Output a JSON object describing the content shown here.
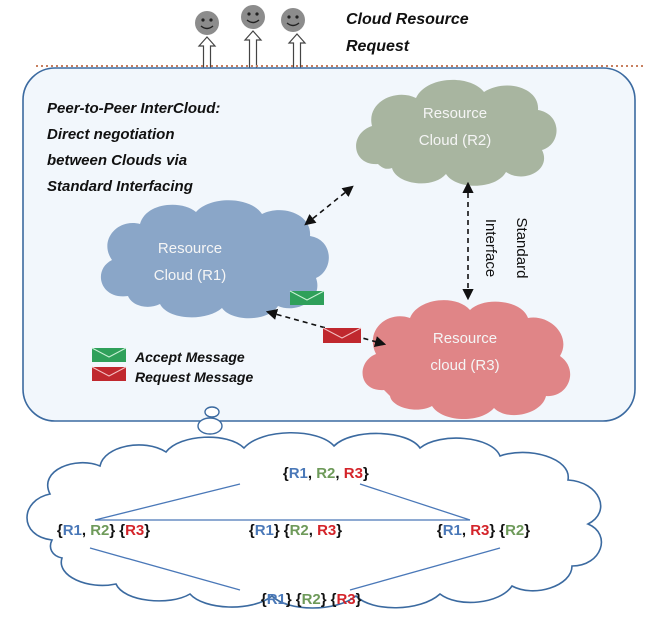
{
  "title": {
    "line1": "Cloud Resource",
    "line2": "Request"
  },
  "description": {
    "line1": "Peer-to-Peer InterCloud:",
    "line2": "Direct negotiation",
    "line3": "between Clouds via",
    "line4": "Standard Interfacing"
  },
  "clouds": {
    "r1": {
      "line1": "Resource",
      "line2": "Cloud (R1)",
      "color": "#8aa6c8"
    },
    "r2": {
      "line1": "Resource",
      "line2": "Cloud (R2)",
      "color": "#a8b5a0"
    },
    "r3": {
      "line1": "Resource",
      "line2": "cloud (R3)",
      "color": "#e08587"
    }
  },
  "standard_interface": {
    "line1": "Standard",
    "line2": "Interface"
  },
  "legend": {
    "accept": "Accept Message",
    "request": "Request Message",
    "accept_color": "#2fa05a",
    "request_color": "#c0282e"
  },
  "colors": {
    "r1": "#4a78b8",
    "r2": "#6e9a5a",
    "r3": "#d4242a",
    "panel_border": "#3b6aa0",
    "panel_fill": "#f2f7fc",
    "bottom_border": "#3b6aa0"
  },
  "coalitions": {
    "open": "{",
    "close": "}",
    "sep": ", ",
    "r1": "R1",
    "r2": "R2",
    "r3": "R3"
  }
}
